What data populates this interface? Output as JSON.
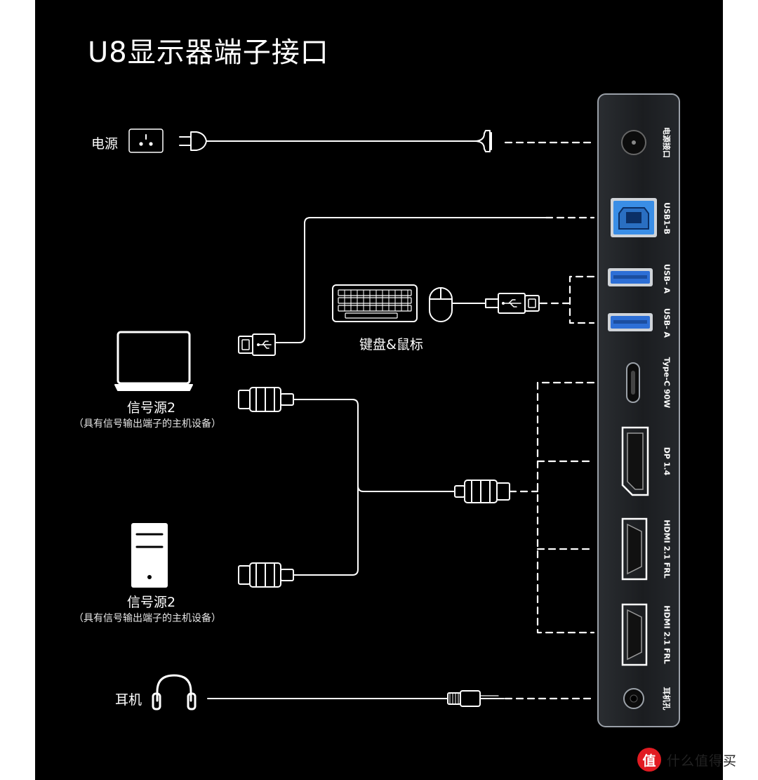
{
  "title": "U8显示器端子接口",
  "devices": {
    "power": "电源",
    "keyboard_mouse": "键盘&鼠标",
    "laptop": {
      "label": "信号源2",
      "sub": "（具有信号输出端子的主机设备）"
    },
    "desktop": {
      "label": "信号源2",
      "sub": "（具有信号输出端子的主机设备）"
    },
    "headphones": "耳机"
  },
  "ports": [
    {
      "key": "power",
      "label": "电源接口"
    },
    {
      "key": "usbb",
      "label": "USB1-B"
    },
    {
      "key": "usba1",
      "label": "USB- A"
    },
    {
      "key": "usba2",
      "label": "USB- A"
    },
    {
      "key": "typec",
      "label": "Type-C 90W"
    },
    {
      "key": "dp",
      "label": "DP 1.4"
    },
    {
      "key": "hdmi1",
      "label": "HDMI 2.1 FRL"
    },
    {
      "key": "hdmi2",
      "label": "HDMI 2.1 FRL"
    },
    {
      "key": "audio",
      "label": "耳机孔"
    }
  ],
  "watermark": {
    "logo": "值",
    "text": "什么值得买"
  },
  "colors": {
    "background": "#000000",
    "line": "#ffffff",
    "usb3": "#2d6fd6",
    "usbb": "#3a8ee6"
  }
}
